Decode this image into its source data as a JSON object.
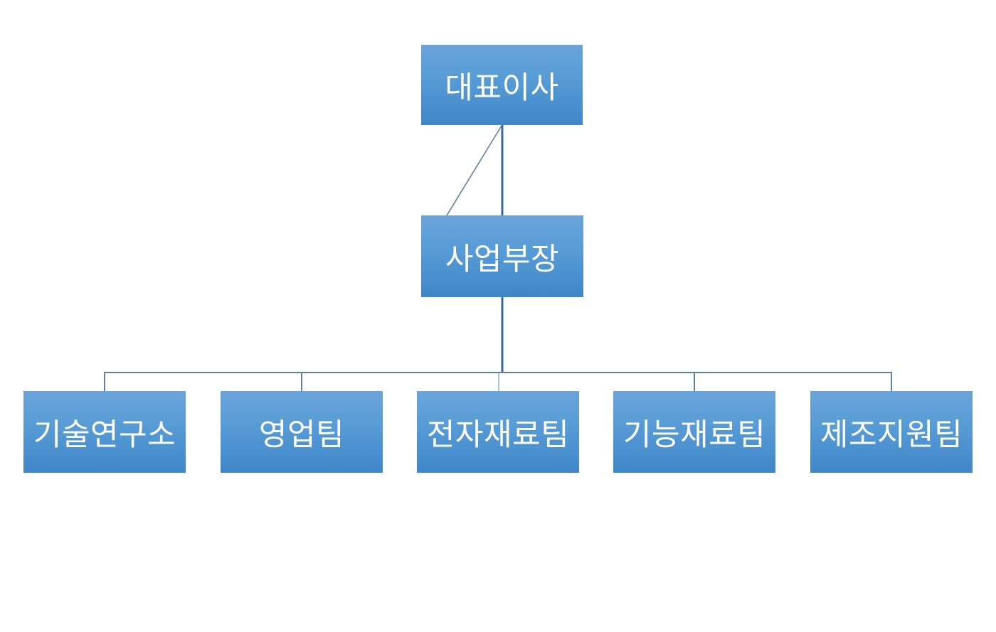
{
  "diagram": {
    "type": "org-chart",
    "nodes": {
      "ceo": {
        "label": "대표이사"
      },
      "division_head": {
        "label": "사업부장"
      },
      "teams": [
        {
          "label": "기술연구소"
        },
        {
          "label": "영업팀"
        },
        {
          "label": "전자재료팀"
        },
        {
          "label": "기능재료팀"
        },
        {
          "label": "제조지원팀"
        }
      ]
    },
    "colors": {
      "box_gradient_top": "#6CA4DA",
      "box_gradient_bottom": "#3F86C8",
      "box_text": "#FFFFFF",
      "connector_thick": "#3B6A99",
      "connector_thin": "#5E82A4",
      "connector_light": "#A9C3DB",
      "background": "#FFFFFF"
    }
  }
}
